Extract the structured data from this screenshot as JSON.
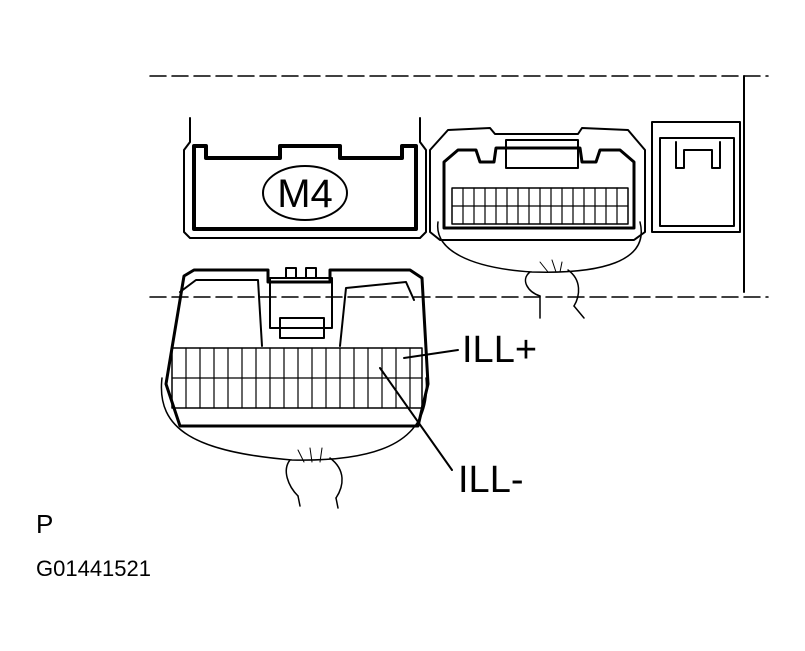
{
  "connector": {
    "label": "M4"
  },
  "callouts": {
    "ill_plus": "ILL+",
    "ill_minus": "ILL-"
  },
  "figure": {
    "letter": "P",
    "code": "G01441521"
  },
  "colors": {
    "ink": "#000000",
    "paper": "#ffffff"
  }
}
